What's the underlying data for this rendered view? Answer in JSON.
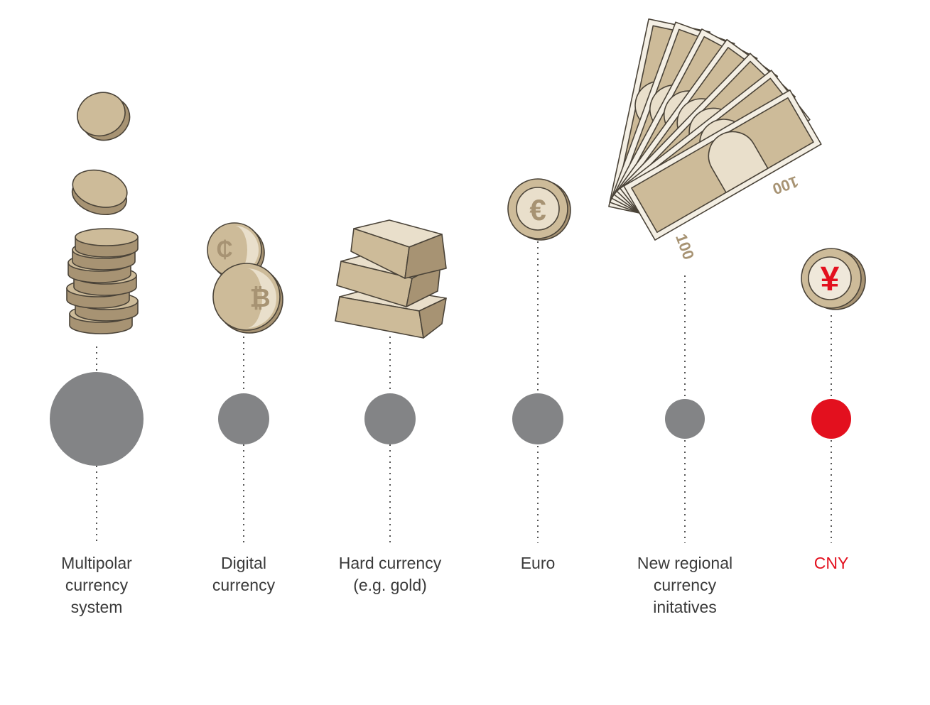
{
  "colors": {
    "circle": "#838486",
    "highlight": "#e3101e",
    "tan": "#cdbb99",
    "tan_dark": "#a79373",
    "tan_light": "#e9dfcb",
    "outline": "#4a4338",
    "line": "#555555"
  },
  "items": [
    {
      "id": "multipolar",
      "lines": [
        "Multipolar",
        "currency",
        "system"
      ],
      "size_level": 3,
      "highlight": false,
      "icon": "coin-stack-icon"
    },
    {
      "id": "digital",
      "lines": [
        "Digital",
        "currency"
      ],
      "size_level": 2,
      "highlight": false,
      "icon": "crypto-coins-icon"
    },
    {
      "id": "hard",
      "lines": [
        "Hard currency",
        "(e.g. gold)"
      ],
      "size_level": 2,
      "highlight": false,
      "icon": "gold-bars-icon"
    },
    {
      "id": "euro",
      "lines": [
        "Euro"
      ],
      "size_level": 2,
      "highlight": false,
      "icon": "euro-coin-icon"
    },
    {
      "id": "regional",
      "lines": [
        "New regional",
        "currency",
        "initatives"
      ],
      "size_level": 1,
      "highlight": false,
      "icon": "banknotes-icon"
    },
    {
      "id": "cny",
      "lines": [
        "CNY"
      ],
      "size_level": 1,
      "highlight": true,
      "icon": "yuan-coin-icon"
    }
  ],
  "glyphs": {
    "euro": "€",
    "yuan": "¥",
    "bitcoin": "₿",
    "digital": "₵",
    "banknote_value": "100"
  }
}
